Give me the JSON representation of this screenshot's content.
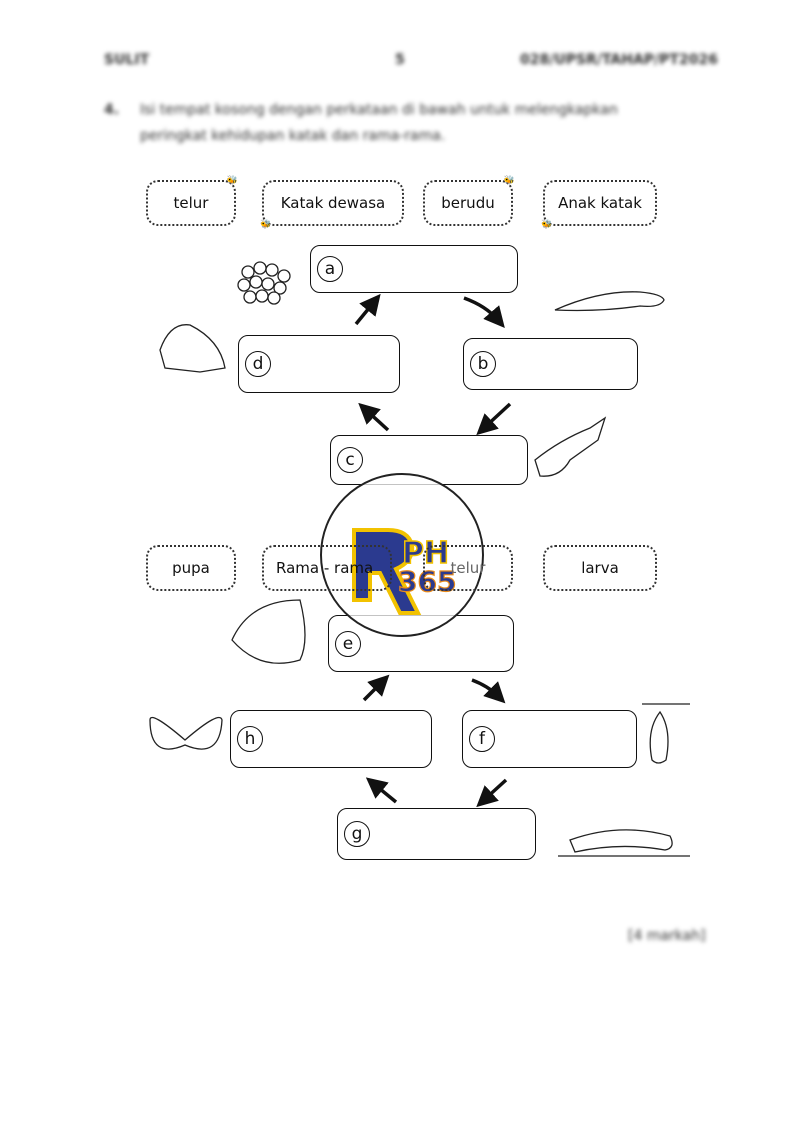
{
  "header": {
    "left": "SULIT",
    "center": "5",
    "right": "028/UPSR/TAHAP/PT2026"
  },
  "question": {
    "number": "4.",
    "line1": "Isi tempat kosong dengan perkataan di bawah untuk melengkapkan",
    "line2": "peringkat kehidupan katak dan rama-rama."
  },
  "frog": {
    "words": [
      "telur",
      "Katak dewasa",
      "berudu",
      "Anak katak"
    ],
    "labels": [
      "a",
      "b",
      "c",
      "d"
    ]
  },
  "butterfly": {
    "words": [
      "pupa",
      "Rama - rama",
      "telur",
      "larva"
    ],
    "labels": [
      "e",
      "f",
      "g",
      "h"
    ]
  },
  "marks": "[4 markah]",
  "watermark": {
    "text": "RPH 365",
    "colors": {
      "blue": "#2b3a8f",
      "yellow": "#f2c200",
      "orange": "#e88a1a"
    }
  }
}
